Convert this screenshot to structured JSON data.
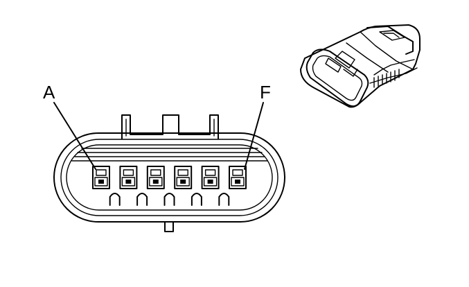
{
  "diagram": {
    "pin_labels": {
      "first": "A",
      "last": "F"
    },
    "pin_count": 6
  }
}
